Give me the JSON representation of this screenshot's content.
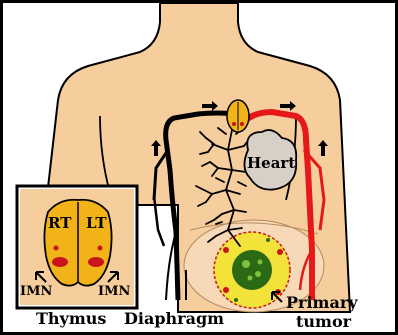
{
  "labels": {
    "thymus": "Thymus",
    "diaphragm": "Diaphragm",
    "primary": "Primary",
    "tumor": "tumor",
    "heart": "Heart",
    "right": "RT",
    "left": "LT",
    "imn_left": "IMN",
    "imn_right": "IMN"
  },
  "colors": {
    "skin": "#f6cd9c",
    "outline": "#000000",
    "thymus_gland": "#f2b318",
    "vessel_red": "#e51919",
    "vessel_black": "#000000",
    "heart": "#d8cfc7",
    "breast_tissue": "#f8d9b7",
    "tumor_green": "#2a6a14",
    "tumor_yellow": "#f3e23a",
    "lymph_node_red": "#c8141a"
  },
  "icons": [
    "up-arrow-icon",
    "right-arrow-icon",
    "pointer-arrow-icon"
  ]
}
